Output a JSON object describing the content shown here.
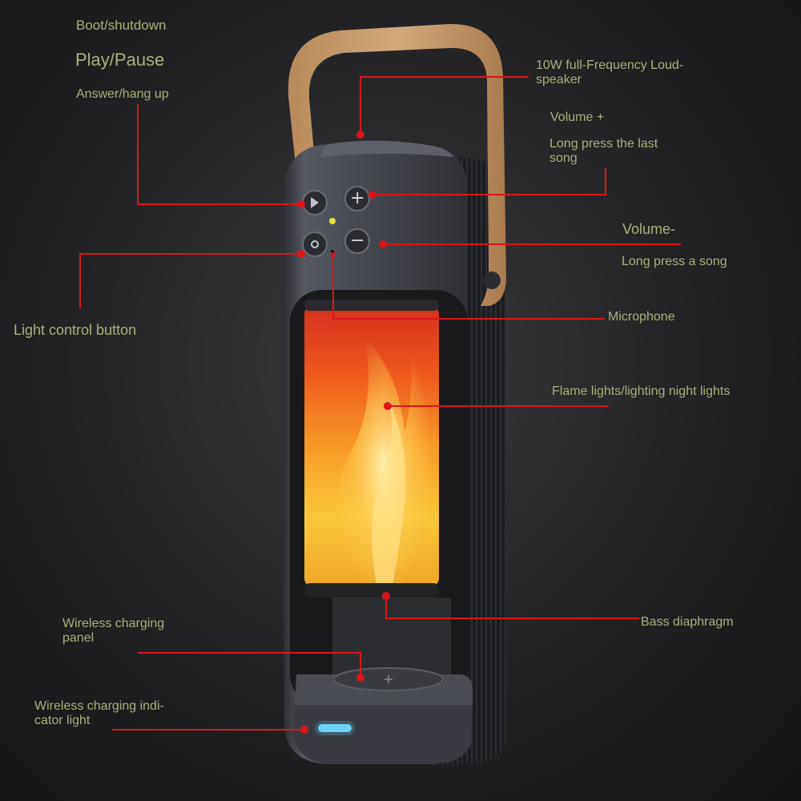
{
  "labels": {
    "boot_shutdown": "Boot/shutdown",
    "play_pause": "Play/Pause",
    "answer_hang_up": "Answer/hang up",
    "full_frequency_speaker": "10W full-Frequency Loud- speaker",
    "volume_up": "Volume +",
    "long_press_last_song": "Long press the last song",
    "volume_down": "Volume-",
    "long_press_a_song": "Long press a song",
    "light_control_button": "Light control button",
    "microphone": "Microphone",
    "flame_lights": "Flame lights/lighting night lights",
    "bass_diaphragm": "Bass diaphragm",
    "wireless_charging_panel": "Wireless charging panel",
    "wireless_charging_indicator": "Wireless charging indi- cator light"
  },
  "button_glyphs": {
    "plus": "+",
    "minus": "−"
  },
  "colors": {
    "label_text": "#a7b27d",
    "callout_line": "#d8161c",
    "handle": "#c59a6d",
    "body": "#3f4048",
    "indicator_light": "#6fd3ff"
  }
}
